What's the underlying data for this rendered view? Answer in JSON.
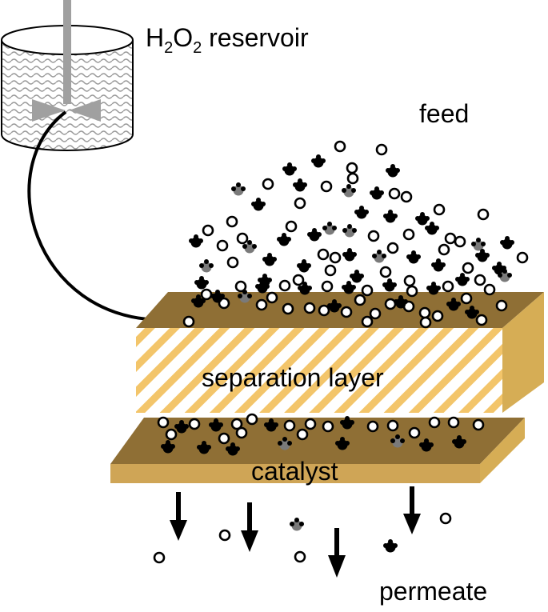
{
  "labels": {
    "reservoir_h": "H",
    "reservoir_sub1": "2",
    "reservoir_o": "O",
    "reservoir_sub2": "2",
    "reservoir_word": " reservoir",
    "feed": "feed",
    "separation_layer": "separation layer",
    "catalyst": "catalyst",
    "permeate": "permeate"
  },
  "colors": {
    "layer_top": "#8f6f35",
    "layer_side": "#d6ad55",
    "layer_front": "#cfa556",
    "stripe": "#f3c56a",
    "molecule_dark": "#000000",
    "molecule_grey": "#7a7a7a",
    "stirrer": "#a0a0a0"
  },
  "particle_kinds": [
    "open-circle",
    "dark-molecule",
    "grey-molecule"
  ]
}
